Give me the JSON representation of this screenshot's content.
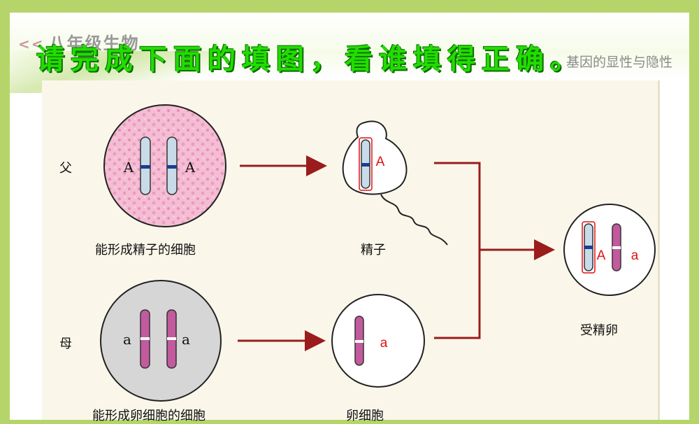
{
  "header": {
    "left_text": "八年级生物",
    "right_text": "基因的显性与隐性"
  },
  "title": "请完成下面的填图，看谁填得正确。",
  "diagram": {
    "father_label": "父",
    "mother_label": "母",
    "father_cell_caption": "能形成精子的细胞",
    "sperm_caption": "精子",
    "mother_cell_caption": "能形成卵细胞的细胞",
    "egg_caption": "卵细胞",
    "zygote_caption": "受精卵",
    "gene_father_left": "A",
    "gene_father_right": "A",
    "gene_mother_left": "a",
    "gene_mother_right": "a",
    "gene_sperm": "A",
    "gene_egg": "a",
    "gene_zygote_left": "A",
    "gene_zygote_right": "a"
  },
  "colors": {
    "title_green": "#22dd00",
    "arrow": "#9b1c1c",
    "answer_red": "#e01010",
    "father_cell_fill": "#f2b3cc",
    "mother_cell_fill": "#d6d6d6",
    "chromosome_blue": "#c9dbe8",
    "chromosome_pink": "#c25a9e",
    "background_green": "#b5d56a"
  }
}
